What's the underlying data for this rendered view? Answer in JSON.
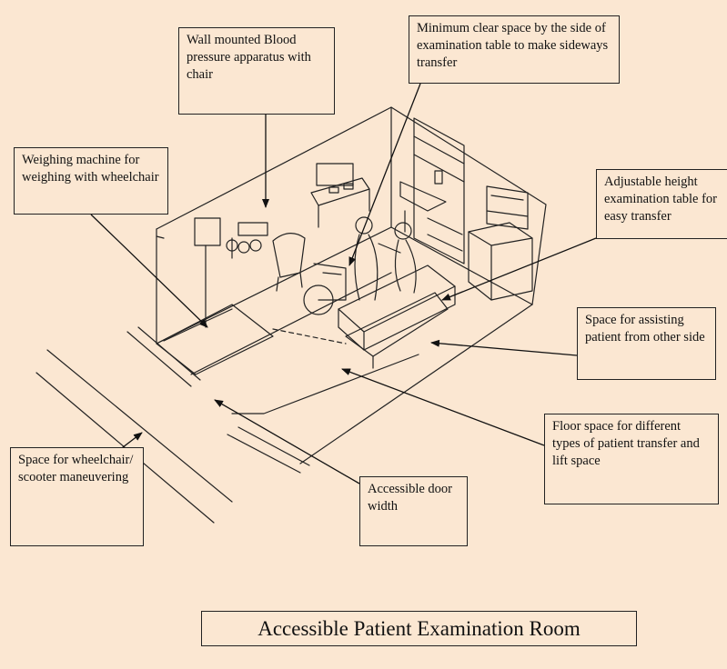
{
  "title": "Accessible Patient Examination Room",
  "colors": {
    "background": "#fbe7d2",
    "ink": "#222222"
  },
  "labels": {
    "blood_pressure": "Wall mounted Blood pressure apparatus with chair",
    "clear_space": "Minimum clear space by the side of examination table to make sideways transfer",
    "weighing": "Weighing machine for weighing with wheelchair",
    "exam_table": "Adjustable height examination table for easy transfer",
    "assisting": "Space for assisting patient from other side",
    "floor_space": "Floor space for different types of patient transfer and lift space",
    "wheelchair": "Space for wheelchair/ scooter maneuvering",
    "door": "Accessible door width"
  }
}
